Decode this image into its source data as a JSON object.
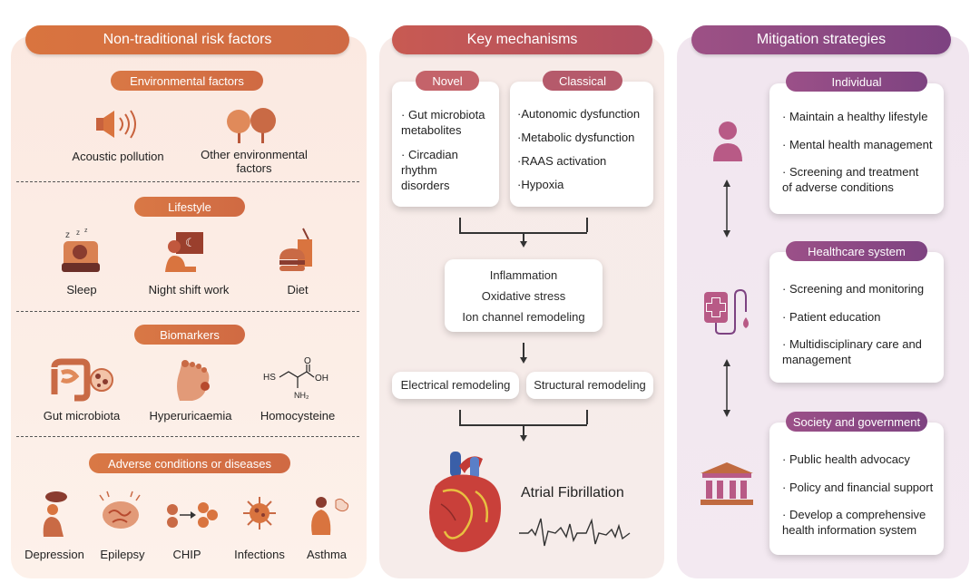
{
  "left": {
    "title": "Non-traditional risk factors",
    "environmental": {
      "title": "Environmental  factors",
      "items": [
        "Acoustic pollution",
        "Other environmental factors"
      ]
    },
    "lifestyle": {
      "title": "Lifestyle",
      "items": [
        "Sleep",
        "Night shift work",
        "Diet"
      ]
    },
    "biomarkers": {
      "title": "Biomarkers",
      "items": [
        "Gut microbiota",
        "Hyperuricaemia",
        "Homocysteine"
      ],
      "homocysteine_atoms": [
        "HS",
        "O",
        "OH",
        "NH₂"
      ]
    },
    "adverse": {
      "title": "Adverse conditions or diseases",
      "items": [
        "Depression",
        "Epilepsy",
        "CHIP",
        "Infections",
        "Asthma"
      ]
    }
  },
  "middle": {
    "title": "Key mechanisms",
    "novel": {
      "title": "Novel",
      "items": [
        "Gut microbiota metabolites",
        "Circadian rhythm disorders"
      ]
    },
    "classical": {
      "title": "Classical",
      "items": [
        "Autonomic dysfunction",
        "Metabolic dysfunction",
        "RAAS activation",
        "Hypoxia"
      ]
    },
    "pathways": [
      "Inflammation",
      "Oxidative stress",
      "Ion channel remodeling"
    ],
    "remodeling": [
      "Electrical remodeling",
      "Structural remodeling"
    ],
    "outcome": "Atrial Fibrillation"
  },
  "right": {
    "title": "Mitigation strategies",
    "individual": {
      "title": "Individual",
      "items": [
        "Maintain a healthy lifestyle",
        "Mental health management",
        "Screening and treatment of adverse conditions"
      ]
    },
    "healthcare": {
      "title": "Healthcare system",
      "items": [
        "Screening and monitoring",
        "Patient education",
        "Multidisciplinary care and management"
      ]
    },
    "society": {
      "title": "Society and government",
      "items": [
        "Public health advocacy",
        "Policy and financial support",
        "Develop a comprehensive health information system"
      ]
    }
  },
  "colors": {
    "orange": "#d9743f",
    "rose": "#c4636a",
    "purple": "#7d4281"
  },
  "icons": [
    "speaker-icon",
    "trees-icon",
    "sleep-icon",
    "night-shift-icon",
    "diet-icon",
    "intestine-icon",
    "foot-icon",
    "molecule-icon",
    "depression-icon",
    "brain-icon",
    "cells-icon",
    "virus-icon",
    "lungs-icon",
    "heart-icon",
    "ecg-icon",
    "person-icon",
    "iv-bag-icon",
    "government-building-icon"
  ]
}
